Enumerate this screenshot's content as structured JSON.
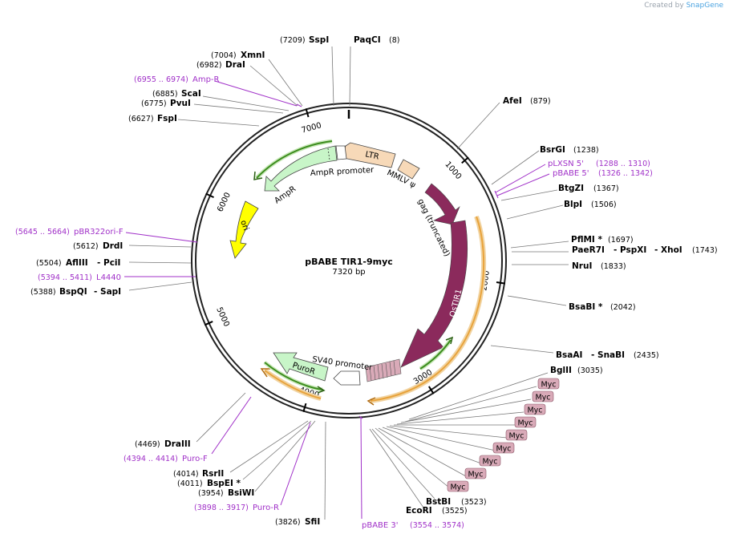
{
  "credit": {
    "prefix": "Created by",
    "brand": "SnapGene"
  },
  "plasmid": {
    "name": "pBABE TIR1-9myc",
    "size_label": "7320 bp",
    "total_bp": 7320
  },
  "ticks": [
    {
      "bp": 1000,
      "label": "1000"
    },
    {
      "bp": 2000,
      "label": "2000"
    },
    {
      "bp": 3000,
      "label": "3000"
    },
    {
      "bp": 4000,
      "label": "4000"
    },
    {
      "bp": 5000,
      "label": "5000"
    },
    {
      "bp": 6000,
      "label": "6000"
    },
    {
      "bp": 7000,
      "label": "7000"
    }
  ],
  "sites": [
    {
      "name": "PaqCI",
      "pos": "(8)"
    },
    {
      "name": "AfeI",
      "pos": "(879)"
    },
    {
      "name": "BsrGI",
      "pos": "(1238)"
    },
    {
      "name": "BtgZI",
      "pos": "(1367)"
    },
    {
      "name": "BlpI",
      "pos": "(1506)"
    },
    {
      "name": "PflMI *",
      "pos": "(1697)"
    },
    {
      "name": "PaeR7I",
      "name2": "- PspXI",
      "name3": "- XhoI",
      "pos": "(1743)"
    },
    {
      "name": "NruI",
      "pos": "(1833)"
    },
    {
      "name": "BsaBI *",
      "pos": "(2042)"
    },
    {
      "name": "BsaAI",
      "name2": "- SnaBI",
      "pos": "(2435)"
    },
    {
      "name": "BglII",
      "pos": "(3035)"
    },
    {
      "name": "BstBI",
      "pos": "(3523)"
    },
    {
      "name": "EcoRI",
      "pos": "(3525)"
    },
    {
      "name": "SfiI",
      "pos": "(3826)"
    },
    {
      "name": "BsiWI",
      "pos": "(3954)"
    },
    {
      "name": "BspEI *",
      "pos": "(4011)"
    },
    {
      "name": "RsrII",
      "pos": "(4014)"
    },
    {
      "name": "DraIII",
      "pos": "(4469)"
    },
    {
      "name": "BspQI",
      "name2": "- SapI",
      "pos": "(5388)"
    },
    {
      "name": "AflIII",
      "name2": "- PciI",
      "pos": "(5504)"
    },
    {
      "name": "DrdI",
      "pos": "(5612)"
    },
    {
      "name": "FspI",
      "pos": "(6627)"
    },
    {
      "name": "PvuI",
      "pos": "(6775)"
    },
    {
      "name": "ScaI",
      "pos": "(6885)"
    },
    {
      "name": "DraI",
      "pos": "(6982)"
    },
    {
      "name": "XmnI",
      "pos": "(7004)"
    },
    {
      "name": "SspI",
      "pos": "(7209)"
    }
  ],
  "primers": [
    {
      "name": "Amp-R",
      "pos": "(6955 .. 6974)"
    },
    {
      "name": "pLXSN 5'",
      "pos": "(1288 .. 1310)"
    },
    {
      "name": "pBABE 5'",
      "pos": "(1326 .. 1342)"
    },
    {
      "name": "pBR322ori-F",
      "pos": "(5645 .. 5664)"
    },
    {
      "name": "L4440",
      "pos": "(5394 .. 5411)"
    },
    {
      "name": "Puro-F",
      "pos": "(4394 .. 4414)"
    },
    {
      "name": "Puro-R",
      "pos": "(3898 .. 3917)"
    },
    {
      "name": "pBABE 3'",
      "pos": "(3554 .. 3574)"
    }
  ],
  "features": [
    {
      "name": "LTR",
      "color": "#f7d9b8"
    },
    {
      "name": "MMLV ψ",
      "color": "#f7d9b8"
    },
    {
      "name": "gag (truncated)",
      "color": "#8b2a5c"
    },
    {
      "name": "OsTIR1",
      "color": "#8b2a5c"
    },
    {
      "name": "AmpR promoter",
      "color": "#c8f5c8"
    },
    {
      "name": "AmpR",
      "color": "#c8f5c8"
    },
    {
      "name": "ori",
      "color": "#ffff00"
    },
    {
      "name": "PuroR",
      "color": "#c8f5c8"
    },
    {
      "name": "SV40 promoter",
      "color": "#ffffff"
    }
  ],
  "myc_tags": [
    "Myc",
    "Myc",
    "Myc",
    "Myc",
    "Myc",
    "Myc",
    "Myc",
    "Myc",
    "Myc"
  ],
  "colors": {
    "primer": "#a030c8",
    "cds": "#8b2a5c",
    "orf_orange": "#e8a33c",
    "orf_green": "#3c8c1e"
  }
}
